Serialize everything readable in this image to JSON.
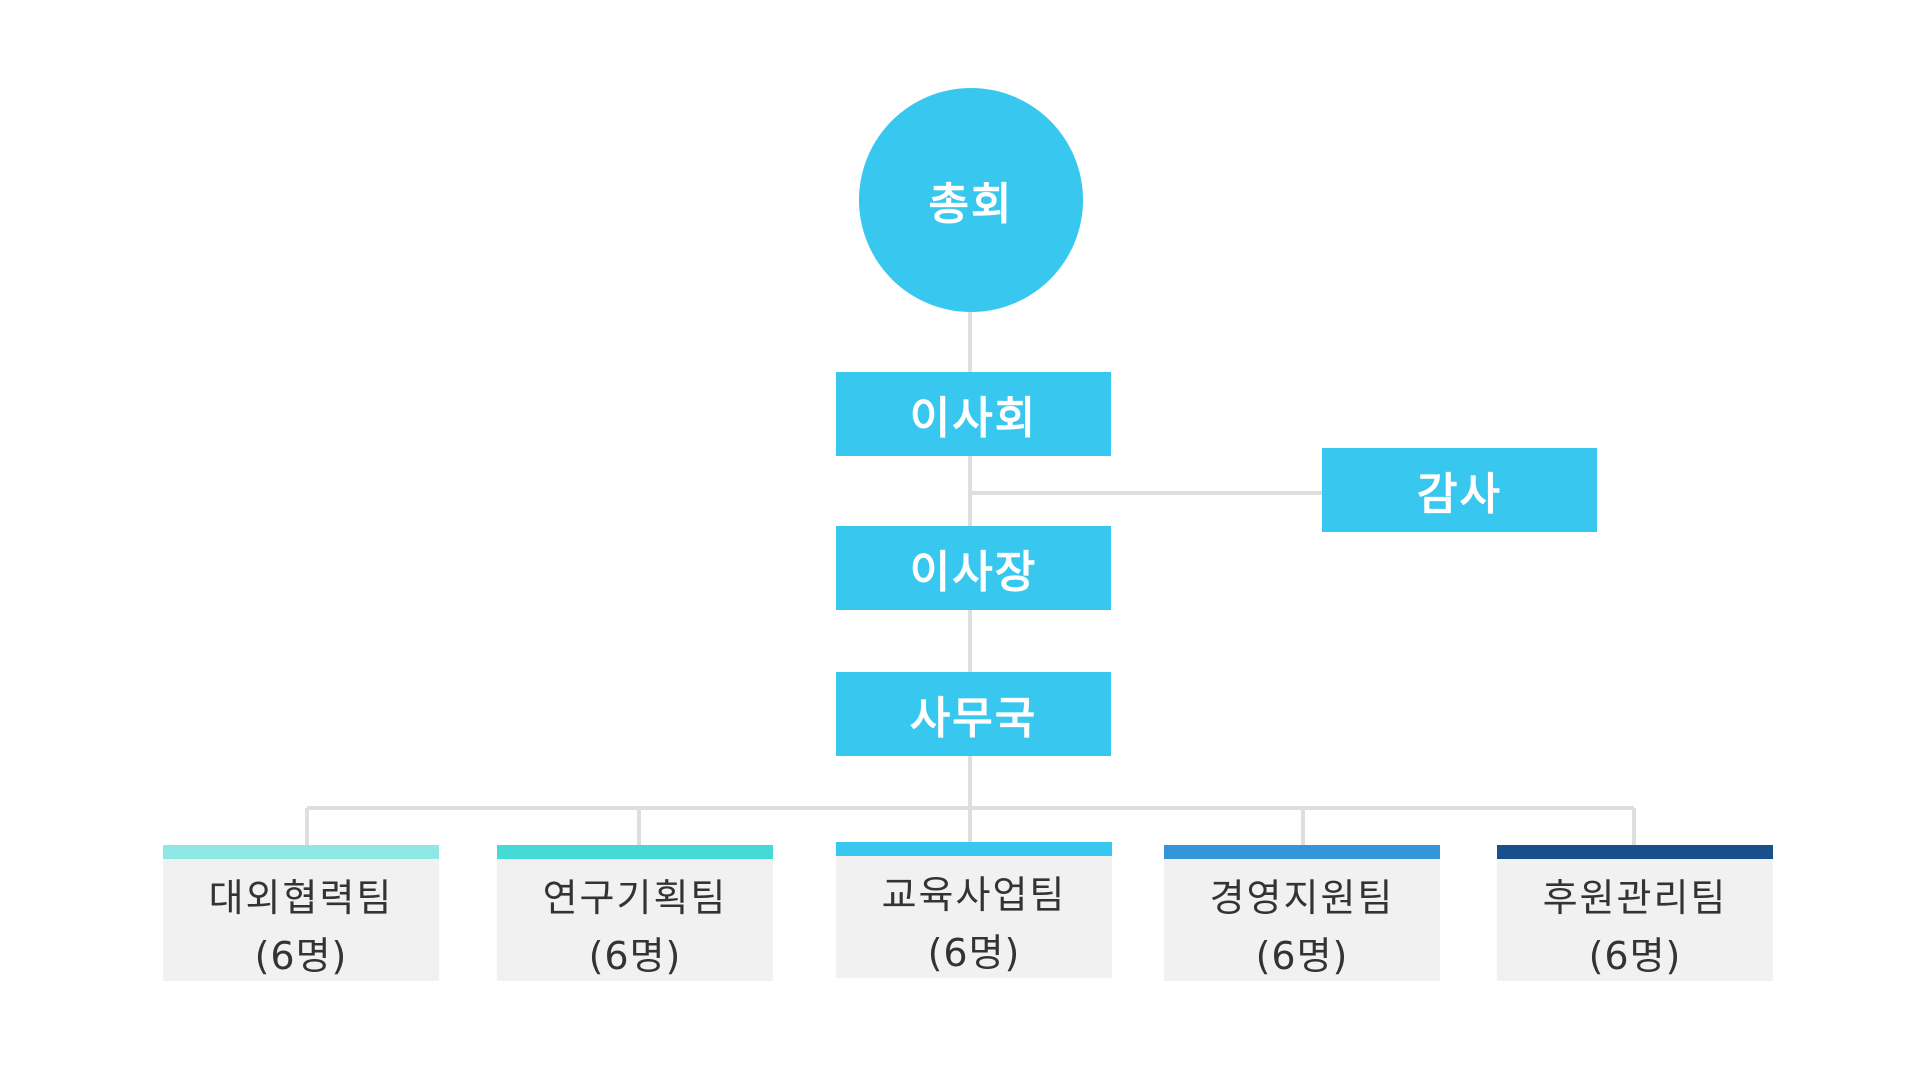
{
  "colors": {
    "primary": "#38c8ef",
    "connector": "#dedede",
    "team_bg": "#f1f1f1",
    "team_text": "#333333"
  },
  "org": {
    "general_assembly": "총회",
    "board": "이사회",
    "auditor": "감사",
    "chairman": "이사장",
    "secretariat": "사무국"
  },
  "teams": [
    {
      "name": "대외협력팀",
      "count": "(6명)",
      "accent": "#8ee8e6"
    },
    {
      "name": "연구기획팀",
      "count": "(6명)",
      "accent": "#45dad5"
    },
    {
      "name": "교육사업팀",
      "count": "(6명)",
      "accent": "#38c8ef"
    },
    {
      "name": "경영지원팀",
      "count": "(6명)",
      "accent": "#3495d9"
    },
    {
      "name": "후원관리팀",
      "count": "(6명)",
      "accent": "#17508a"
    }
  ]
}
